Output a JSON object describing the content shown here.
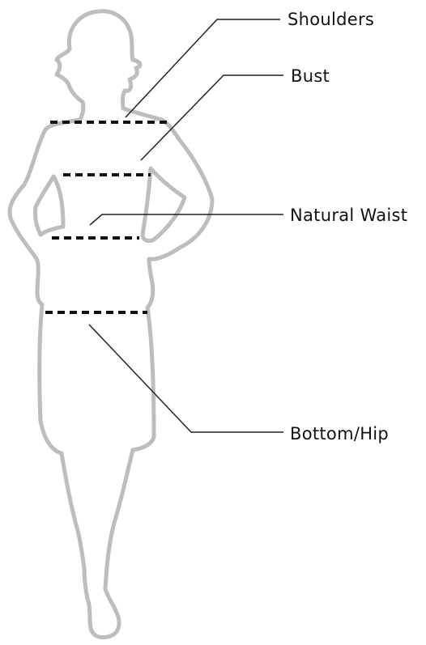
{
  "labels": {
    "shoulders": "Shoulders",
    "bust": "Bust",
    "natural_waist": "Natural Waist",
    "bottom_hip": "Bottom/Hip"
  },
  "colors": {
    "silhouette_stroke": "#bdbdbd",
    "measure_line": "#111111",
    "leader_line": "#222222",
    "label_text": "#111111"
  }
}
